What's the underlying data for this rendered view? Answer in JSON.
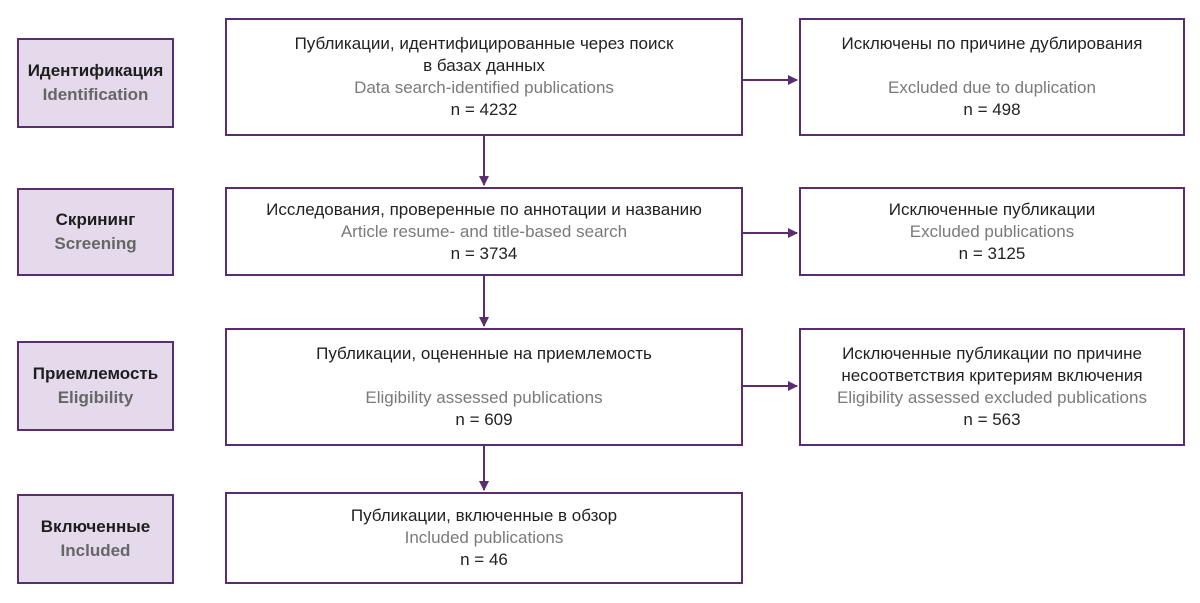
{
  "stages": [
    {
      "ru": "Идентификация",
      "en": "Identification"
    },
    {
      "ru": "Скрининг",
      "en": "Screening"
    },
    {
      "ru": "Приемлемость",
      "en": "Eligibility"
    },
    {
      "ru": "Включенные",
      "en": "Included"
    }
  ],
  "main_boxes": [
    {
      "ru1": "Публикации, идентифицированные через поиск",
      "ru2": "в базах данных",
      "en": "Data search-identified publications",
      "n": "n = 4232"
    },
    {
      "ru1": "Исследования, проверенные по аннотации и названию",
      "en": "Article resume- and title-based search",
      "n": "n = 3734"
    },
    {
      "ru1": "Публикации, оцененные на приемлемость",
      "en": "Eligibility assessed publications",
      "n": "n = 609"
    },
    {
      "ru1": "Публикации, включенные в обзор",
      "en": "Included publications",
      "n": "n = 46"
    }
  ],
  "side_boxes": [
    {
      "ru1": "Исключены по причине дублирования",
      "en": "Excluded due to duplication",
      "n": "n = 498"
    },
    {
      "ru1": "Исключенные публикации",
      "en": "Excluded publications",
      "n": "n = 3125"
    },
    {
      "ru1": "Исключенные публикации по причине",
      "ru2": "несоответствия критериям включения",
      "en": "Eligibility assessed excluded publications",
      "n": "n = 563"
    }
  ],
  "colors": {
    "border": "#5a2d6e",
    "stage_fill": "#e5d9ec",
    "english_text": "#7a7a7a"
  }
}
